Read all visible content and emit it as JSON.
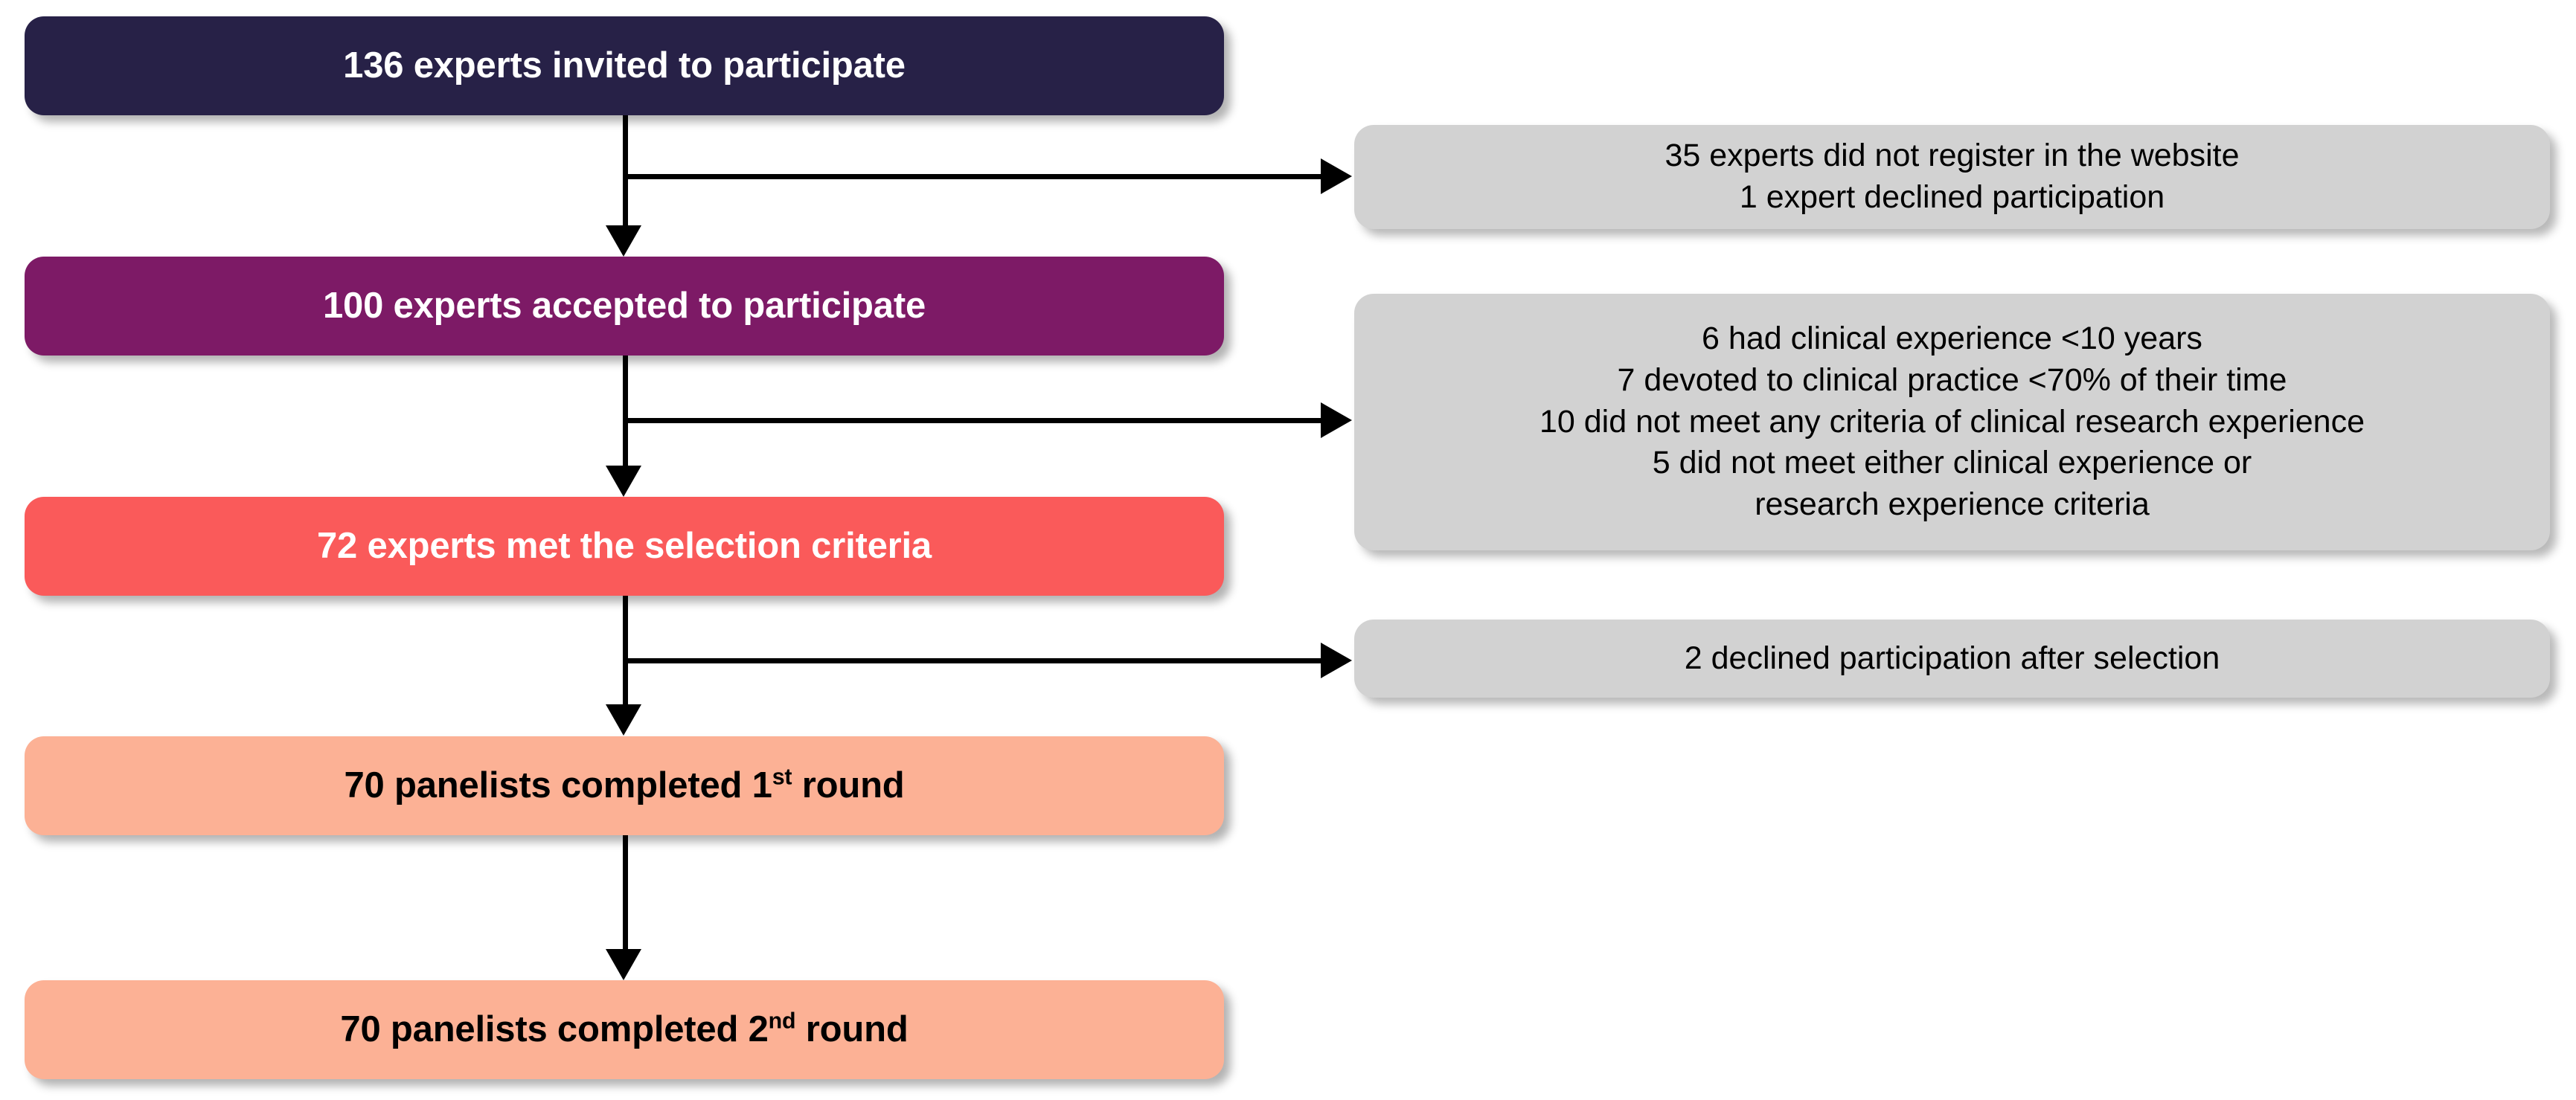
{
  "diagram": {
    "title": "Delphi panel recruitment flow diagram",
    "type": "flowchart",
    "colors": {
      "stage_1_fill": "#272147",
      "stage_1_text": "#ffffff",
      "stage_2_fill": "#7d1a66",
      "stage_2_text": "#ffffff",
      "stage_3_fill": "#fa5a5a",
      "stage_3_text": "#ffffff",
      "stage_4_fill": "#fcb195",
      "stage_4_text": "#000000",
      "stage_5_fill": "#fcb195",
      "stage_5_text": "#000000",
      "exclusion_fill": "#d2d2d2",
      "exclusion_text": "#000000",
      "connector": "#000000",
      "background": "#ffffff"
    },
    "stages": [
      {
        "id": "invited",
        "count": 136,
        "text_prefix": "136 experts invited to participate",
        "sup": "",
        "text_suffix": ""
      },
      {
        "id": "accepted",
        "count": 100,
        "text_prefix": "100 experts accepted to participate",
        "sup": "",
        "text_suffix": ""
      },
      {
        "id": "met-criteria",
        "count": 72,
        "text_prefix": "72 experts met the selection criteria",
        "sup": "",
        "text_suffix": ""
      },
      {
        "id": "round-1",
        "count": 70,
        "text_prefix": "70 panelists completed 1",
        "sup": "st",
        "text_suffix": " round"
      },
      {
        "id": "round-2",
        "count": 70,
        "text_prefix": "70 panelists completed 2",
        "sup": "nd",
        "text_suffix": " round"
      }
    ],
    "exclusions": [
      {
        "id": "exclusion-after-invitation",
        "lines": [
          "35 experts did not register in the website",
          "1 expert declined participation"
        ]
      },
      {
        "id": "exclusion-selection-criteria",
        "lines": [
          "6 had clinical experience <10 years",
          "7 devoted to clinical practice <70% of their time",
          "10 did not meet any criteria of clinical research experience",
          "5 did not meet either clinical experience or",
          "research experience criteria"
        ]
      },
      {
        "id": "exclusion-after-selection",
        "lines": [
          "2 declined participation after selection"
        ]
      }
    ]
  }
}
